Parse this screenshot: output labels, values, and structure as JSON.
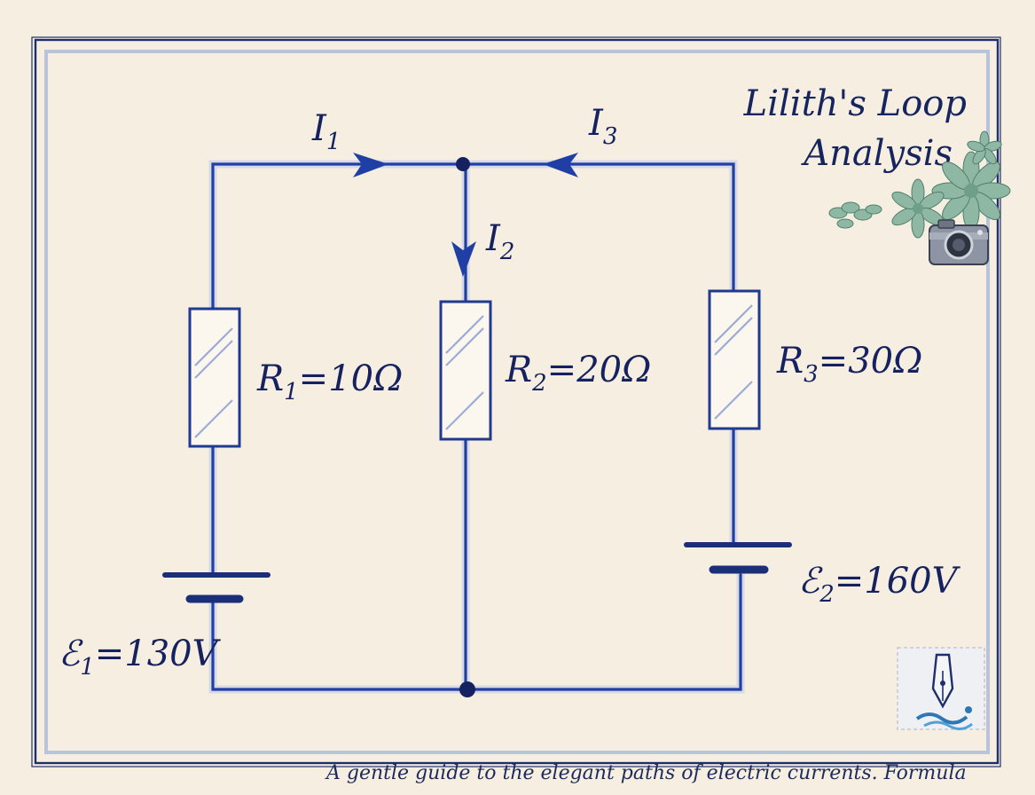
{
  "title": {
    "line1": "Lilith's Loop",
    "line2": "Analysis"
  },
  "caption": "A gentle guide to the elegant paths of electric currents. Formula",
  "currents": [
    {
      "symbol": "I",
      "sub": "1"
    },
    {
      "symbol": "I",
      "sub": "2"
    },
    {
      "symbol": "I",
      "sub": "3"
    }
  ],
  "resistors": [
    {
      "symbol": "R",
      "sub": "1",
      "value": "=10Ω"
    },
    {
      "symbol": "R",
      "sub": "2",
      "value": "=20Ω"
    },
    {
      "symbol": "R",
      "sub": "3",
      "value": "=30Ω"
    }
  ],
  "sources": [
    {
      "symbol": "ℰ",
      "sub": "1",
      "value": "=130V"
    },
    {
      "symbol": "ℰ",
      "sub": "2",
      "value": "=160V"
    }
  ],
  "colors": {
    "wire": "#1f3fa6",
    "ink": "#15225f",
    "paper": "#f6efe1",
    "succulent": "#8fb8a4"
  },
  "decorations": [
    "succulent-plants",
    "camera-icon",
    "fountain-pen-stamp-icon"
  ]
}
